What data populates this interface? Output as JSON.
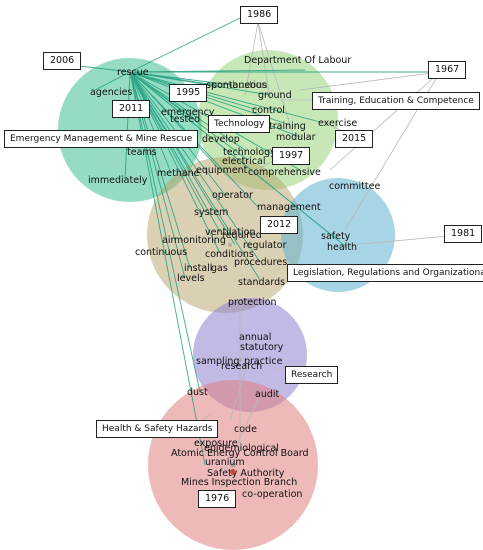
{
  "colors": {
    "emergency": "#3fbf8f",
    "training": "#8fd06f",
    "technology_core": "#b5a36a",
    "legislation": "#5fb3cf",
    "research": "#8f7fd0",
    "health": "#e07f7f",
    "edge_teal": "#1f9e7f",
    "edge_gray": "#b8b8b8"
  },
  "clusters": [
    {
      "id": "emergency",
      "label": "Emergency Management & Mine Rescue"
    },
    {
      "id": "training",
      "label": "Training, Education & Competence"
    },
    {
      "id": "technology",
      "label": "Technology"
    },
    {
      "id": "legislation",
      "label": "Legislation, Regulations and Organizational"
    },
    {
      "id": "research",
      "label": "Research"
    },
    {
      "id": "health",
      "label": "Health & Safety Hazards"
    }
  ],
  "years": [
    "1986",
    "2006",
    "1995",
    "1967",
    "2011",
    "2015",
    "1997",
    "2012",
    "1981",
    "1976"
  ],
  "terms": {
    "department_of_labour": "Department Of Labour",
    "rescue": "rescue",
    "agencies": "agencies",
    "spontaneous": "spontaneous",
    "combustion": "combustion",
    "ground": "ground",
    "control": "control",
    "emergency": "emergency",
    "tested": "tested",
    "training": "training",
    "exercise": "exercise",
    "modular": "modular",
    "develop": "develop",
    "technology": "technology",
    "electrical": "electrical",
    "teams": "teams",
    "immediately": "immediately",
    "methane": "methane",
    "equipment": "equipment",
    "comprehensive": "comprehensive",
    "committee": "committee",
    "operator": "operator",
    "management": "management",
    "system": "system",
    "ventilation": "ventilation",
    "required": "required",
    "air": "air",
    "monitoring": "monitoring",
    "safety": "safety",
    "health": "health",
    "continuous": "continuous",
    "regulator": "regulator",
    "conditions": "conditions",
    "procedures": "procedures",
    "install": "install",
    "gas": "gas",
    "levels": "levels",
    "standards": "standards",
    "protection": "protection",
    "annual": "annual",
    "statutory": "statutory",
    "sampling": "sampling",
    "practice": "practice",
    "research": "research",
    "dust": "dust",
    "audit": "audit",
    "code": "code",
    "exposure": "exposure",
    "epidemiological": "epidemiological",
    "atomic_energy_control_board": "Atomic Energy Control Board",
    "uranium": "uranium",
    "safety_authority": "Safety Authority",
    "mines_inspection_branch": "Mines Inspection Branch",
    "co_operation": "co-operation"
  }
}
